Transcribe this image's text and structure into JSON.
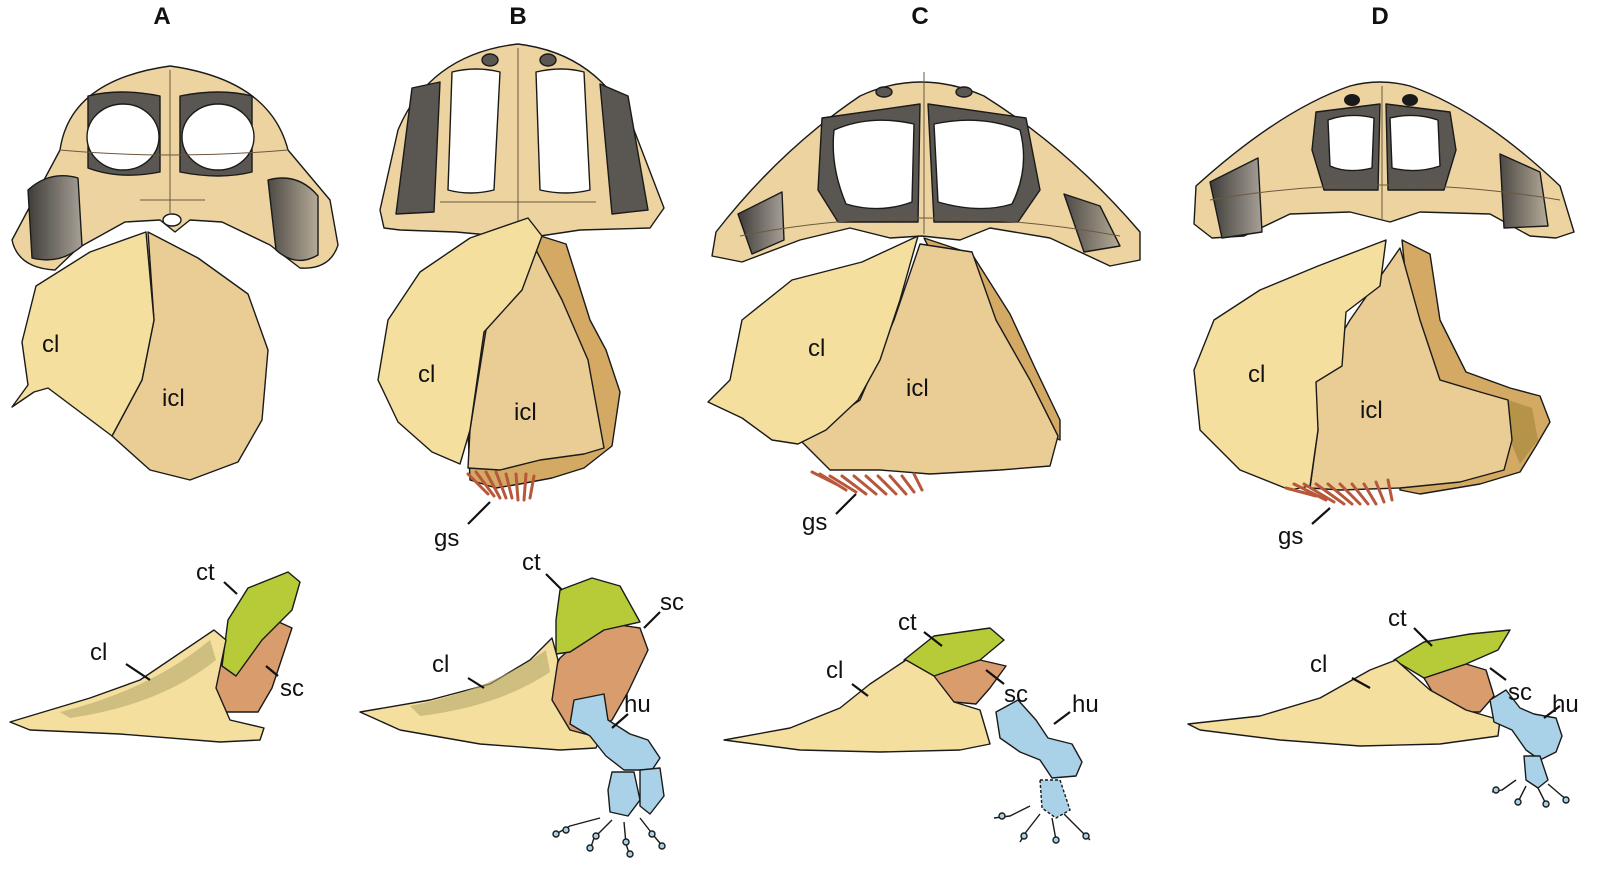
{
  "panels": [
    {
      "letter": "A",
      "labels": {
        "cl_top": "cl",
        "icl": "icl",
        "cl_side": "cl",
        "ct": "ct",
        "sc": "sc"
      }
    },
    {
      "letter": "B",
      "labels": {
        "cl_top": "cl",
        "icl": "icl",
        "gs": "gs",
        "cl_side": "cl",
        "ct": "ct",
        "sc": "sc",
        "hu": "hu"
      }
    },
    {
      "letter": "C",
      "labels": {
        "cl_top": "cl",
        "icl": "icl",
        "gs": "gs",
        "cl_side": "cl",
        "ct": "ct",
        "sc": "sc",
        "hu": "hu"
      }
    },
    {
      "letter": "D",
      "labels": {
        "cl_top": "cl",
        "icl": "icl",
        "gs": "gs",
        "cl_side": "cl",
        "ct": "ct",
        "sc": "sc",
        "hu": "hu"
      }
    }
  ],
  "colors": {
    "skull_bone": "#ecd3a0",
    "clavicle": "#f4df9f",
    "interclavicle": "#e9cd94",
    "cleithrum": "#b6cb37",
    "scapulocoracoid": "#d99c6c",
    "humerus": "#a9d2e8",
    "gastral_scales": "#b8573a",
    "orbit_rim": "#5a5652"
  }
}
